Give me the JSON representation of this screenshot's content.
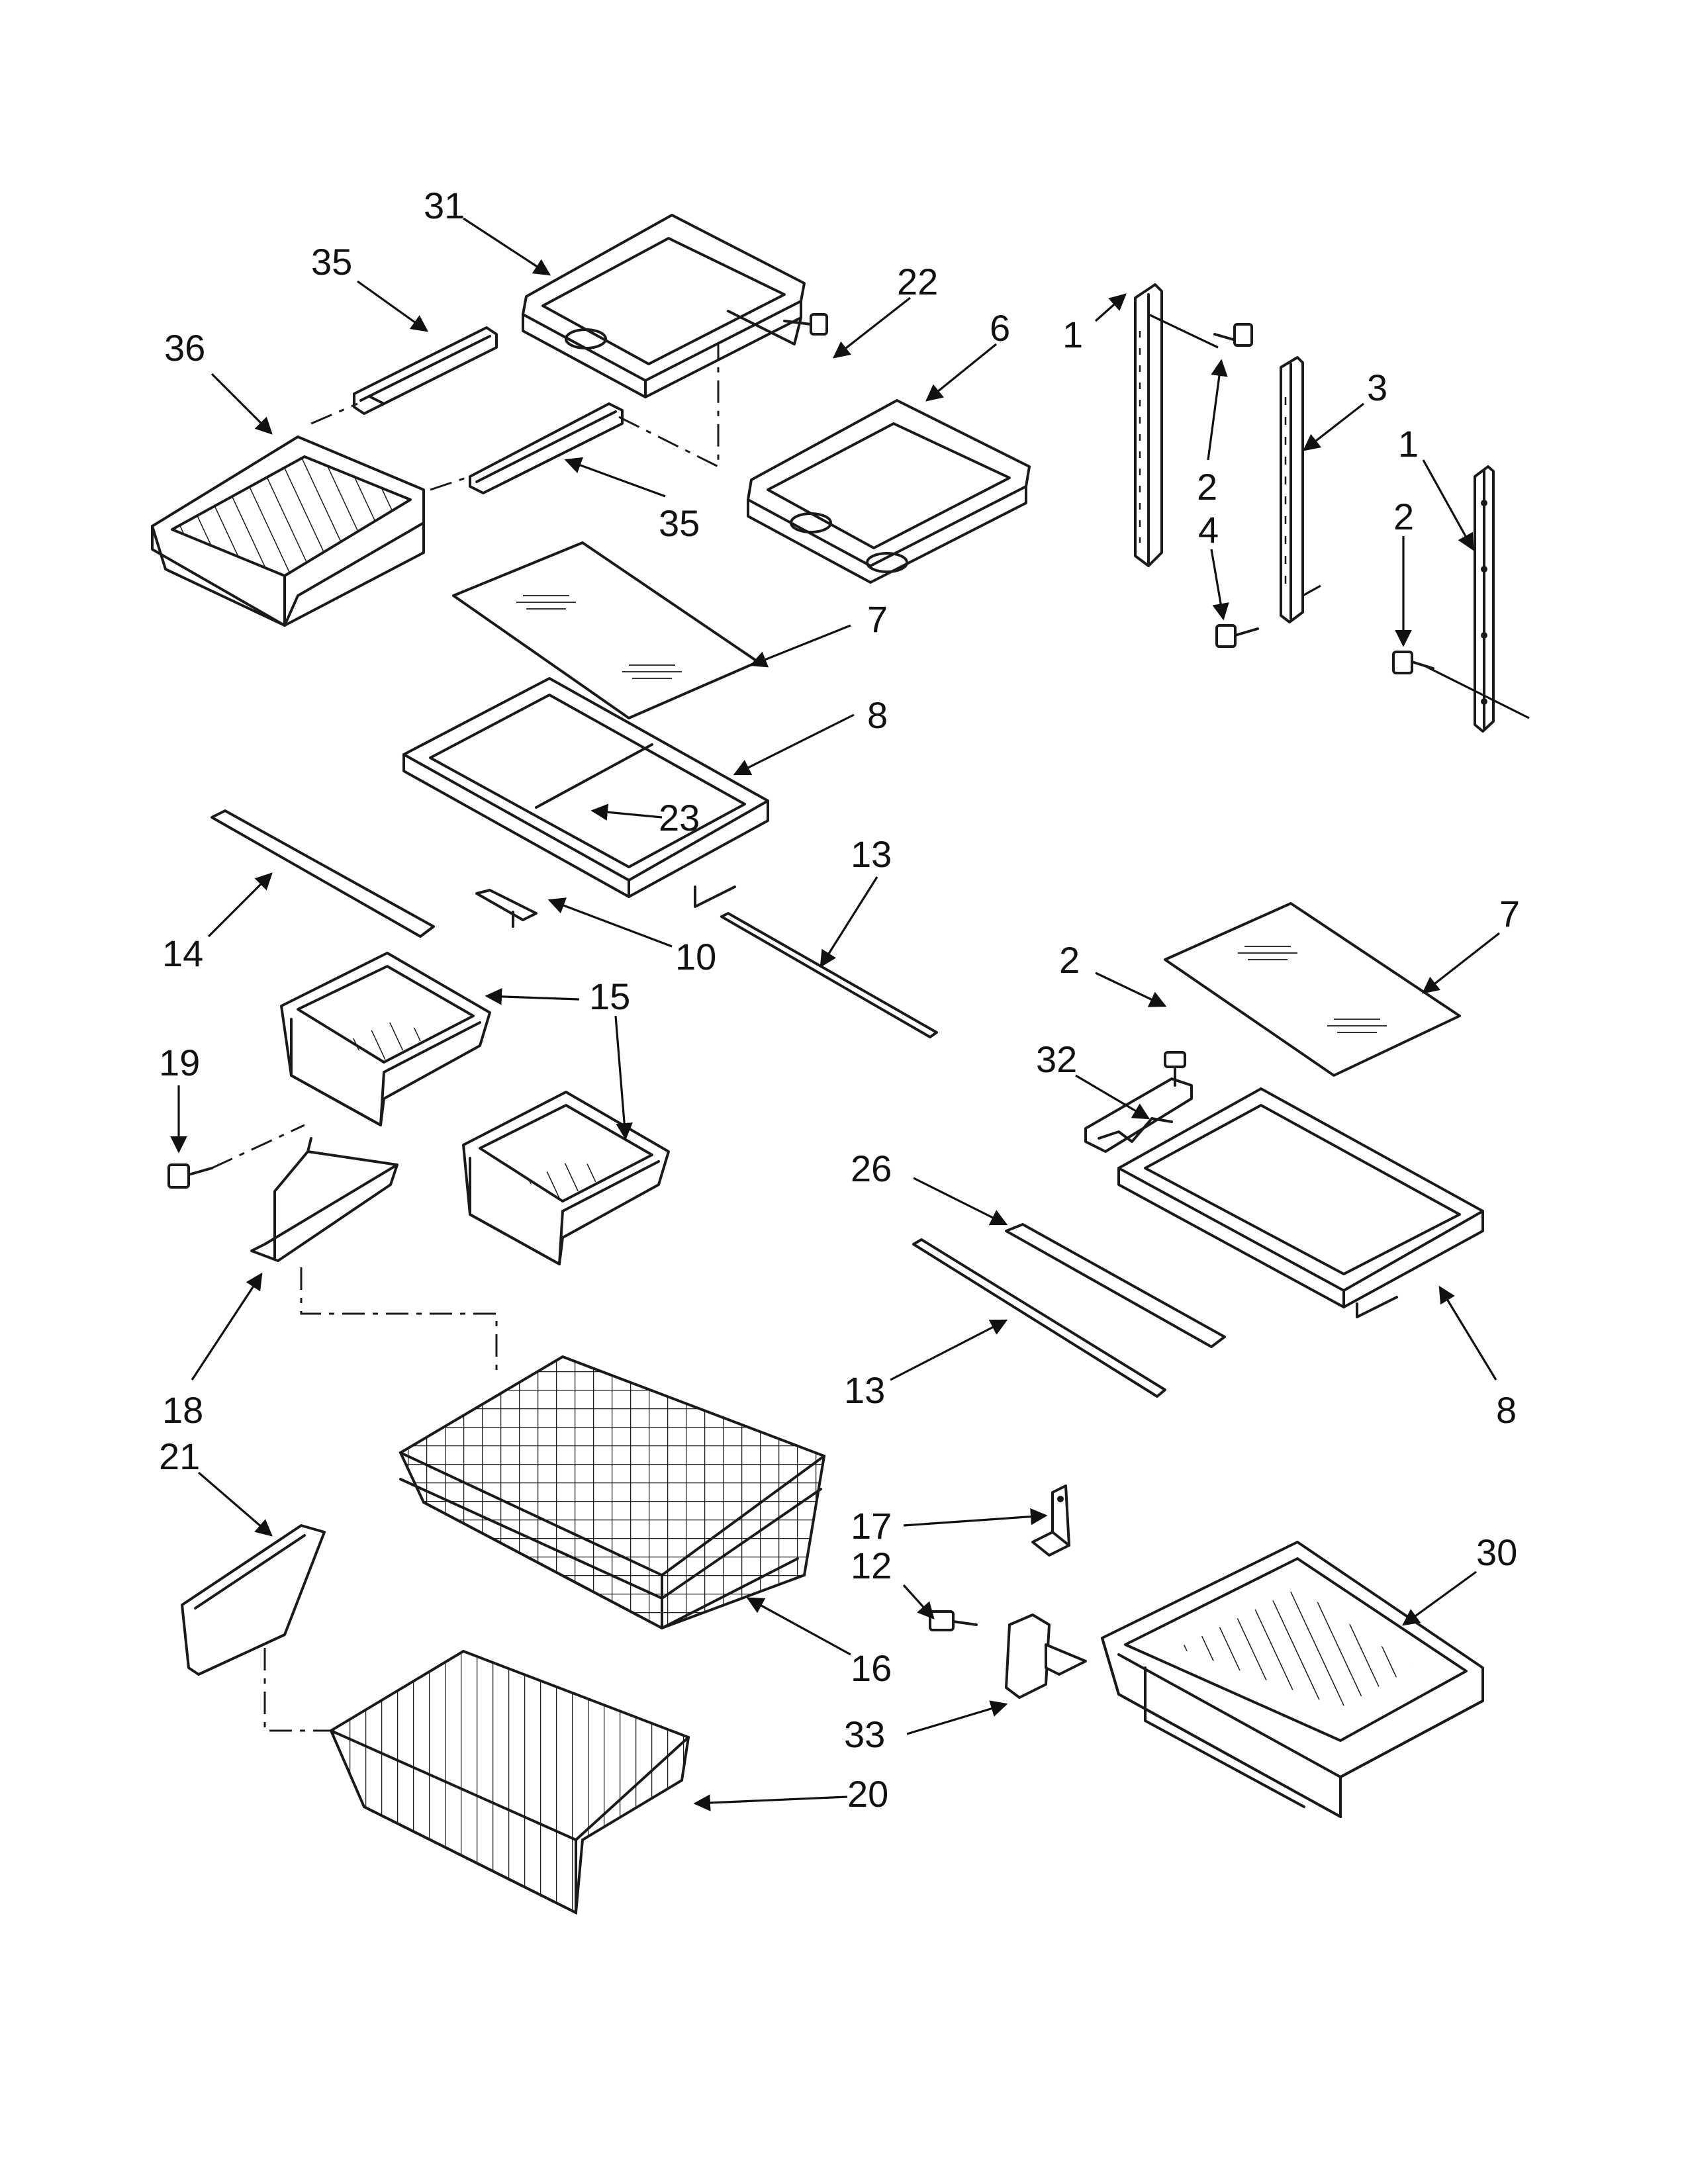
{
  "diagram": {
    "labels": {
      "c31": "31",
      "c35a": "35",
      "c36": "36",
      "c22": "22",
      "c6": "6",
      "c35b": "35",
      "c1a": "1",
      "c2a": "2",
      "c3": "3",
      "c4": "4",
      "c1b": "1",
      "c2b": "2",
      "c7a": "7",
      "c8a": "8",
      "c23": "23",
      "c13a": "13",
      "c14": "14",
      "c10": "10",
      "c7b": "7",
      "c2c": "2",
      "c32": "32",
      "c15": "15",
      "c19": "19",
      "c26": "26",
      "c13b": "13",
      "c8b": "8",
      "c18": "18",
      "c21": "21",
      "c17": "17",
      "c12": "12",
      "c30": "30",
      "c16": "16",
      "c33": "33",
      "c20": "20"
    }
  }
}
